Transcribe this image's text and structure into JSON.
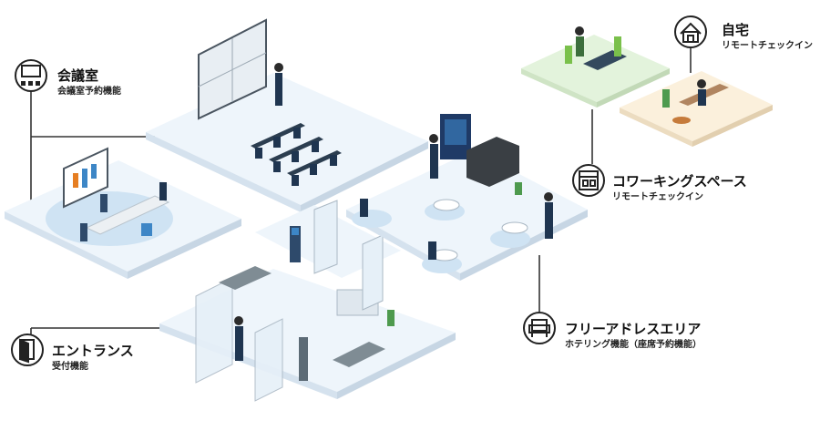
{
  "areas": {
    "meeting_room": {
      "title": "会議室",
      "subtitle": "会議室予約機能",
      "icon": "meeting-room-icon"
    },
    "entrance": {
      "title": "エントランス",
      "subtitle": "受付機能",
      "icon": "door-icon"
    },
    "home": {
      "title": "自宅",
      "subtitle": "リモートチェックイン",
      "icon": "house-icon"
    },
    "coworking": {
      "title": "コワーキングスペース",
      "subtitle": "リモートチェックイン",
      "icon": "storefront-icon"
    },
    "free_address": {
      "title": "フリーアドレスエリア",
      "subtitle": "ホテリング機能（座席予約機能）",
      "icon": "armchair-icon"
    }
  },
  "colors": {
    "floor_top": "#eef5fb",
    "floor_side": "#d5e2ee",
    "accent_blue": "#3d86c6",
    "home_floor": "#fbf0dc",
    "cowork_floor": "#e3f3dc",
    "line": "#333333"
  }
}
